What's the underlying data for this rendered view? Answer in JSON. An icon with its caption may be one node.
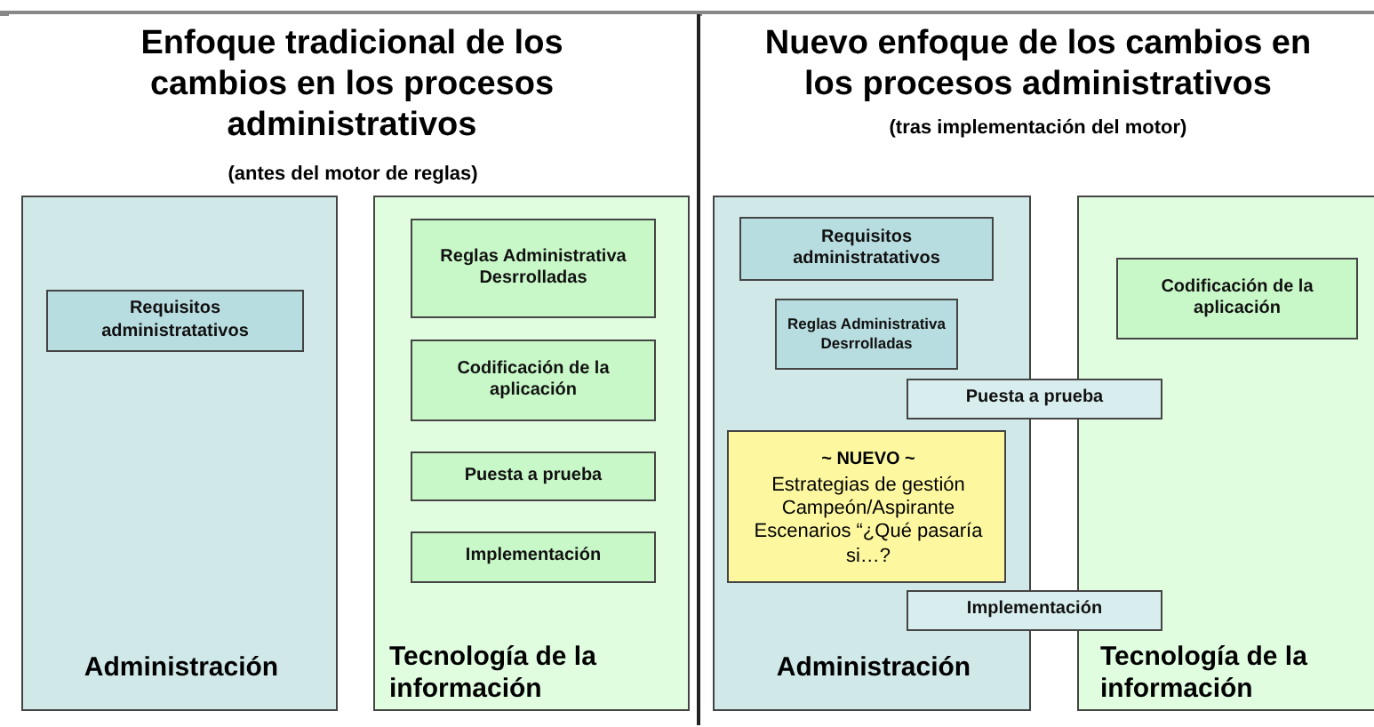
{
  "diagram": {
    "nodes": [
      {
        "text": [
          "Enfoque tradicional de los cambios en los procesos administrativos",
          "(antes del motor de reglas)"
        ]
      },
      {
        "text": [
          "Administración"
        ],
        "in": 0
      },
      {
        "text": [
          "Requisitos administratativos"
        ],
        "in": 1
      },
      {
        "text": [
          "Tecnología de la información"
        ],
        "in": 0
      },
      {
        "text": [
          "Reglas Administrativa Desrrolladas"
        ],
        "in": 3
      },
      {
        "text": [
          "Codificación de la aplicación"
        ],
        "in": 3
      },
      {
        "text": [
          "Puesta a prueba"
        ],
        "in": 3
      },
      {
        "text": [
          "Implementación"
        ],
        "in": 3
      },
      {
        "text": [
          "Nuevo enfoque de los cambios en los procesos administrativos",
          "(tras implementación del motor)"
        ]
      },
      {
        "text": [
          "Administración"
        ],
        "in": 8
      },
      {
        "text": [
          "Requisitos administratativos"
        ],
        "in": 9
      },
      {
        "text": [
          "Reglas Administrativa Desrrolladas"
        ],
        "in": 9
      },
      {
        "text": [
          "~ NUEVO ~",
          "Estrategias de gestión Campeón/Aspirante Escenarios “¿Qué pasaría si…?"
        ],
        "in": 9
      },
      {
        "text": [
          "Tecnología de la información"
        ],
        "in": 8
      },
      {
        "text": [
          "Codificación de la aplicación"
        ],
        "in": 13
      },
      {
        "text": [
          "Puesta a prueba"
        ],
        "in": 8
      },
      {
        "text": [
          "Implementación"
        ],
        "in": 8
      }
    ]
  }
}
